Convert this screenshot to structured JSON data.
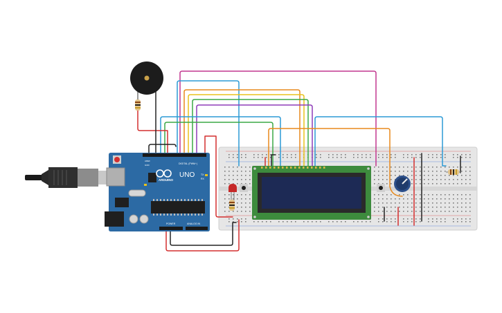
{
  "arduino": {
    "brand": "UNO",
    "logo_text": "ARDUINO",
    "digital_label": "DIGITAL (PWM~)",
    "power_label": "POWER",
    "analog_label": "ANALOG IN",
    "pin_tx": "TX",
    "pin_rx": "RX",
    "aref_label": "AREF",
    "gnd_label": "GND"
  },
  "colors": {
    "wire_red": "#d32f2f",
    "wire_black": "#222222",
    "wire_magenta": "#c2378f",
    "wire_blue": "#2b9ad6",
    "wire_orange": "#e8891b",
    "wire_yellow": "#e8c21b",
    "wire_green": "#3aa845",
    "wire_purple": "#8e3bb8",
    "arduino_board": "#2c6aa4",
    "lcd_frame": "#3d8b3d",
    "lcd_screen": "#1d2a55",
    "breadboard": "#e8e8e8"
  },
  "components": [
    "usb-cable",
    "arduino-uno",
    "piezo-buzzer",
    "resistor-buzzer",
    "breadboard",
    "led-red",
    "resistor-led",
    "pushbutton-left",
    "lcd-16x2",
    "pushbutton-right",
    "potentiometer",
    "resistor-right"
  ]
}
